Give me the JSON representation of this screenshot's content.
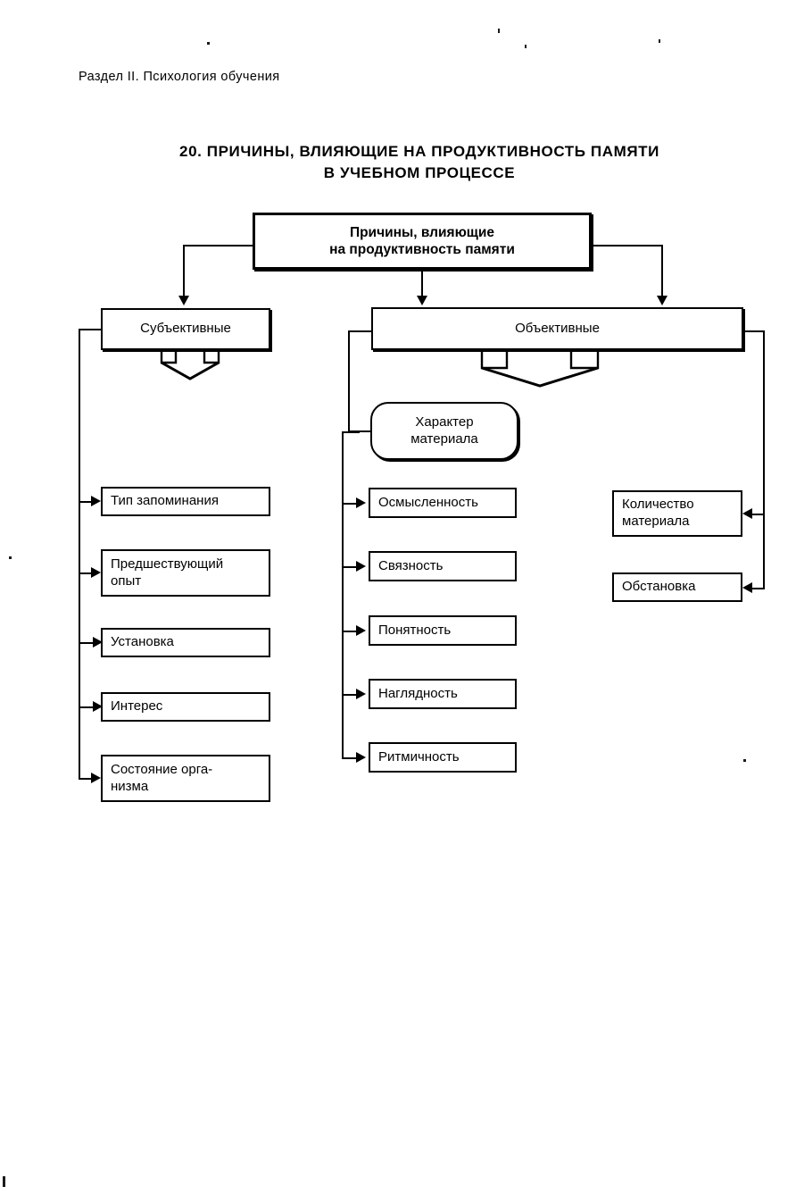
{
  "page": {
    "running_head": "Раздел II. Психология обучения",
    "title_line1": "20. ПРИЧИНЫ, ВЛИЯЮЩИЕ НА ПРОДУКТИВНОСТЬ ПАМЯТИ",
    "title_line2": "В УЧЕБНОМ ПРОЦЕССЕ",
    "ink_color": "#000000",
    "paper_color": "#ffffff"
  },
  "chart_data": {
    "type": "diagram",
    "title": "20. ПРИЧИНЫ, ВЛИЯЮЩИЕ НА ПРОДУКТИВНОСТЬ ПАМЯТИ В УЧЕБНОМ ПРОЦЕССЕ",
    "root": "Причины, влияющие на продуктивность памяти",
    "branches": [
      "Субъективные",
      "Объективные"
    ],
    "leaves_subjective": [
      "Тип запоминания",
      "Предшествующий опыт",
      "Установка",
      "Интерес",
      "Состояние организма"
    ],
    "leaves_objective_material": [
      "Осмысленность",
      "Связность",
      "Понятность",
      "Наглядность",
      "Ритмичность"
    ],
    "leaves_objective_other": [
      "Количество материала",
      "Обстановка"
    ],
    "group_label_material": "Характер материала"
  },
  "diagram": {
    "root": {
      "line1": "Причины, влияющие",
      "line2": "на продуктивность памяти"
    },
    "branch_subjective": "Субъективные",
    "branch_objective": "Объективные",
    "material_group": {
      "line1": "Характер",
      "line2": "материала"
    },
    "subjective": [
      {
        "line1": "Тип запоминания",
        "line2": ""
      },
      {
        "line1": "Предшествующий",
        "line2": "опыт"
      },
      {
        "line1": "Установка",
        "line2": ""
      },
      {
        "line1": "Интерес",
        "line2": ""
      },
      {
        "line1": "Состояние орга-",
        "line2": "низма"
      }
    ],
    "material_items": [
      "Осмысленность",
      "Связность",
      "Понятность",
      "Наглядность",
      "Ритмичность"
    ],
    "objective_other": [
      {
        "line1": "Количество",
        "line2": "материала"
      },
      {
        "line1": "Обстановка",
        "line2": ""
      }
    ]
  }
}
